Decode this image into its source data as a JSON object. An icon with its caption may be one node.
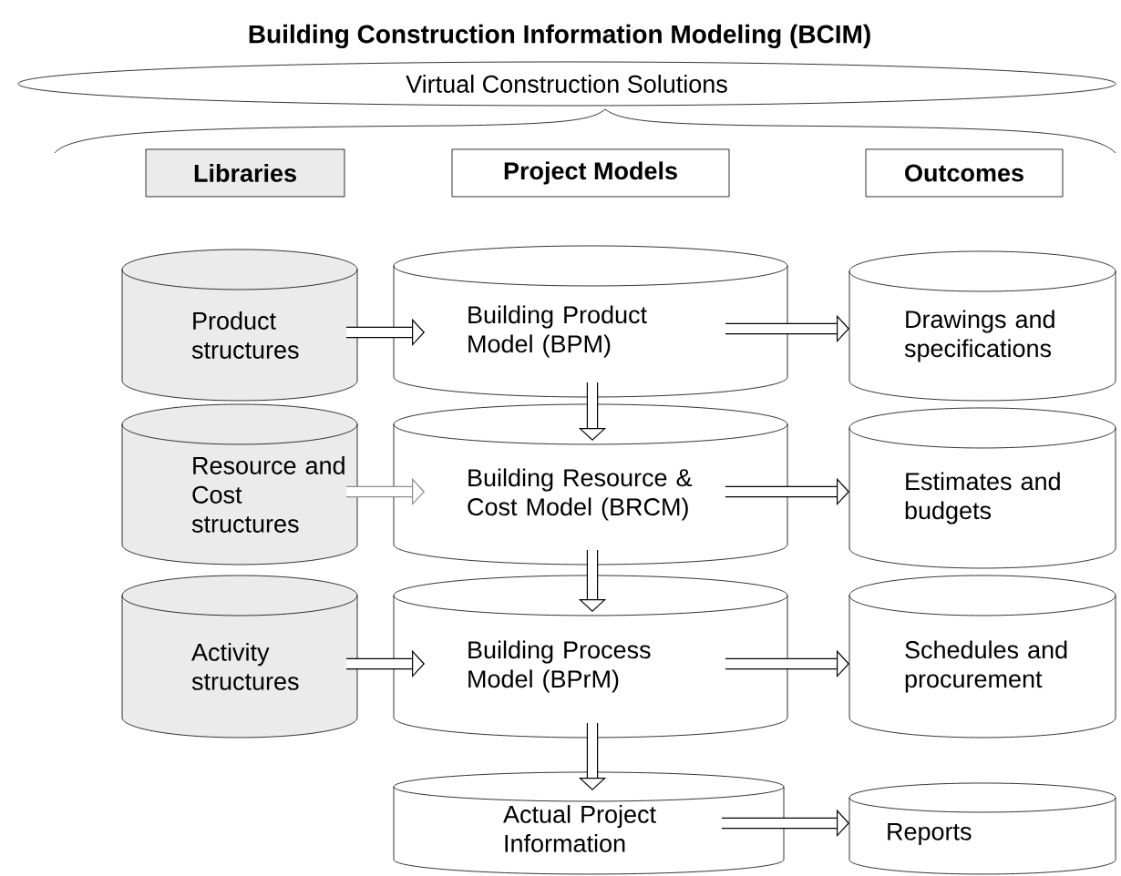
{
  "diagram": {
    "title": "Building Construction Information Modeling (BCIM)",
    "nodes": [
      {
        "text": [
          "Virtual  Construction Solutions"
        ]
      },
      {
        "text": [
          "Libraries"
        ]
      },
      {
        "text": [
          "Project Models"
        ]
      },
      {
        "text": [
          "Outcomes"
        ]
      },
      {
        "text": [
          "Product structures"
        ]
      },
      {
        "text": [
          "Resource and Cost structures"
        ]
      },
      {
        "text": [
          "Activity structures"
        ]
      },
      {
        "text": [
          "Building Product Model (BPM)"
        ]
      },
      {
        "text": [
          "Building Resource & Cost Model (BRCM)"
        ]
      },
      {
        "text": [
          "Building Process Model (BPrM)"
        ]
      },
      {
        "text": [
          "Actual Project Information"
        ]
      },
      {
        "text": [
          "Drawings and specifications"
        ]
      },
      {
        "text": [
          "Estimates and budgets"
        ]
      },
      {
        "text": [
          "Schedules and procurement"
        ]
      },
      {
        "text": [
          "Reports"
        ]
      }
    ],
    "edges": [
      {
        "from": 4,
        "to": 7,
        "arrow": "to"
      },
      {
        "from": 5,
        "to": 8,
        "arrow": "to",
        "color": "#8c8c8c"
      },
      {
        "from": 6,
        "to": 9,
        "arrow": "to"
      },
      {
        "from": 7,
        "to": 11,
        "arrow": "to"
      },
      {
        "from": 8,
        "to": 12,
        "arrow": "to"
      },
      {
        "from": 9,
        "to": 13,
        "arrow": "to"
      },
      {
        "from": 10,
        "to": 14,
        "arrow": "to"
      },
      {
        "from": 7,
        "to": 8,
        "arrow": "to"
      },
      {
        "from": 8,
        "to": 9,
        "arrow": "to"
      },
      {
        "from": 9,
        "to": 10,
        "arrow": "to"
      }
    ]
  }
}
